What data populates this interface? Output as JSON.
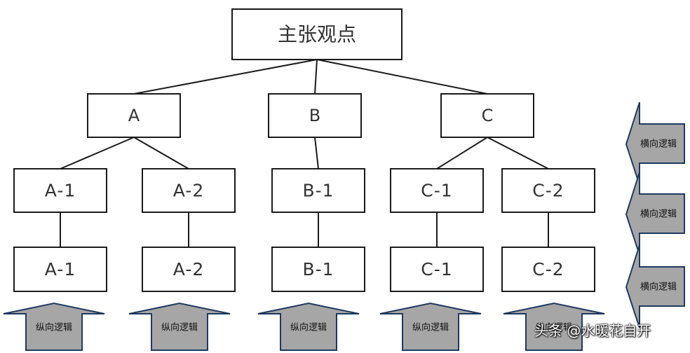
{
  "root": {
    "label": "主张观点"
  },
  "level1": [
    {
      "id": "A",
      "label": "A"
    },
    {
      "id": "B",
      "label": "B"
    },
    {
      "id": "C",
      "label": "C"
    }
  ],
  "level2": [
    {
      "id": "A1",
      "parent": "A",
      "label": "A-1"
    },
    {
      "id": "A2",
      "parent": "A",
      "label": "A-2"
    },
    {
      "id": "B1",
      "parent": "B",
      "label": "B-1"
    },
    {
      "id": "C1",
      "parent": "C",
      "label": "C-1"
    },
    {
      "id": "C2",
      "parent": "C",
      "label": "C-2"
    }
  ],
  "level3": [
    {
      "id": "A1b",
      "parent": "A1",
      "label": "A-1"
    },
    {
      "id": "A2b",
      "parent": "A2",
      "label": "A-2"
    },
    {
      "id": "B1b",
      "parent": "B1",
      "label": "B-1"
    },
    {
      "id": "C1b",
      "parent": "C1",
      "label": "C-1"
    },
    {
      "id": "C2b",
      "parent": "C2",
      "label": "C-2"
    }
  ],
  "vertical_logic": {
    "label": "纵向逻辑",
    "count": 5
  },
  "horizontal_logic": {
    "label": "横向逻辑",
    "count": 3
  },
  "watermark": {
    "text": "头条 @水暖花自开"
  },
  "colors": {
    "arrow_fill": "#a6a6a6",
    "arrow_stroke": "#1f3a5f",
    "box_stroke": "#1a1a1a"
  }
}
